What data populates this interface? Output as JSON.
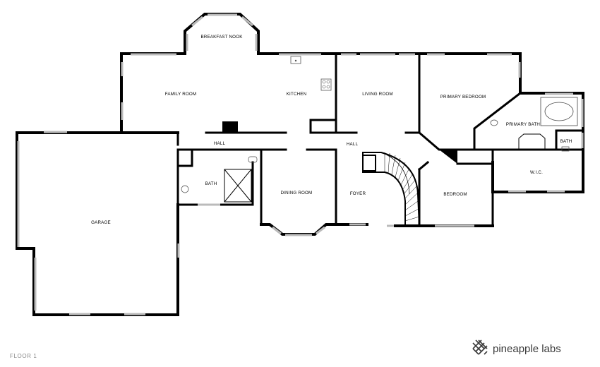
{
  "rooms": {
    "breakfast_nook": "BREAKFAST NOOK",
    "family_room": "FAMILY ROOM",
    "kitchen": "KITCHEN",
    "living_room": "LIVING ROOM",
    "primary_bedroom": "PRIMARY BEDROOM",
    "primary_bath": "PRIMARY BATH",
    "bath_right": "BATH",
    "wic": "W.I.C.",
    "hall_left": "HALL",
    "hall_center": "HALL",
    "bath_left": "BATH",
    "dining_room": "DINING ROOM",
    "foyer": "FOYER",
    "bedroom": "BEDROOM",
    "garage": "GARAGE"
  },
  "footer": {
    "floor_label": "FLOOR 1",
    "brand_name": "pineapple labs"
  },
  "icons": {
    "brand_logo": "pineapple-logo-icon"
  }
}
